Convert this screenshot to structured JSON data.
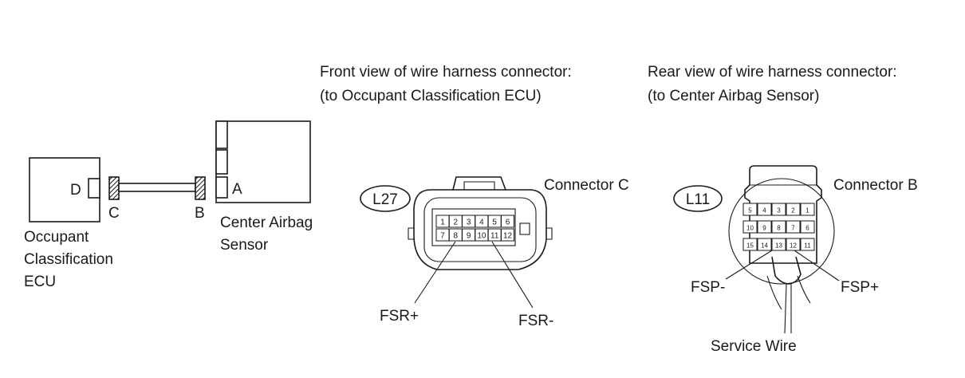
{
  "headers": {
    "front_line1": "Front view of wire harness connector:",
    "front_line2": "(to Occupant Classification ECU)",
    "rear_line1": "Rear view of wire harness connector:",
    "rear_line2": "(to Center Airbag Sensor)"
  },
  "wiring": {
    "ecu_label": [
      "Occupant",
      "Classification",
      "ECU"
    ],
    "sensor_label": [
      "Center Airbag",
      "Sensor"
    ],
    "letter_d": "D",
    "letter_c": "C",
    "letter_b": "B",
    "letter_a": "A"
  },
  "connector_c": {
    "code": "L27",
    "title": "Connector C",
    "pins_top": [
      "1",
      "2",
      "3",
      "4",
      "5",
      "6"
    ],
    "pins_bottom": [
      "7",
      "8",
      "9",
      "10",
      "11",
      "12"
    ],
    "callout_left": "FSR+",
    "callout_right": "FSR-"
  },
  "connector_b": {
    "code": "L11",
    "title": "Connector B",
    "pins_row1": [
      "5",
      "4",
      "3",
      "2",
      "1"
    ],
    "pins_row2": [
      "10",
      "9",
      "8",
      "7",
      "6"
    ],
    "pins_row3": [
      "15",
      "14",
      "13",
      "12",
      "11"
    ],
    "callout_left": "FSP-",
    "callout_right": "FSP+",
    "callout_bottom": "Service Wire"
  }
}
